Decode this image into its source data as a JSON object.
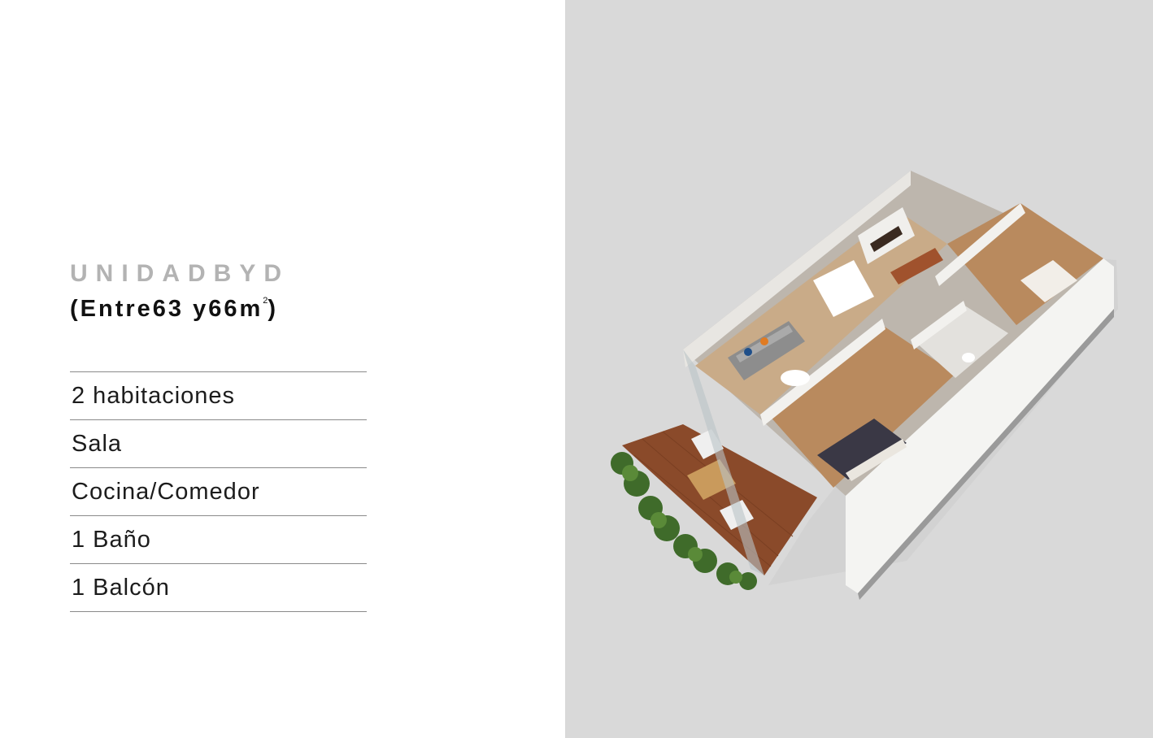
{
  "unit": {
    "title": "UNIDADBYD",
    "size_prefix": "(Entre63 y66m",
    "size_sup": "2",
    "size_suffix": ")"
  },
  "features": [
    "2 habitaciones",
    "Sala",
    "Cocina/Comedor",
    "1 Baño",
    "1 Balcón"
  ],
  "colors": {
    "title_gray": "#b3b3b3",
    "text_dark": "#1c1c1c",
    "divider": "#8a8a8a",
    "image_bg": "#d9d9d9",
    "wood_deck": "#8a4a2a",
    "wood_floor": "#b98a5e",
    "plants": "#3f6b2a"
  },
  "image": {
    "semantic": "3d-floor-plan-render"
  }
}
